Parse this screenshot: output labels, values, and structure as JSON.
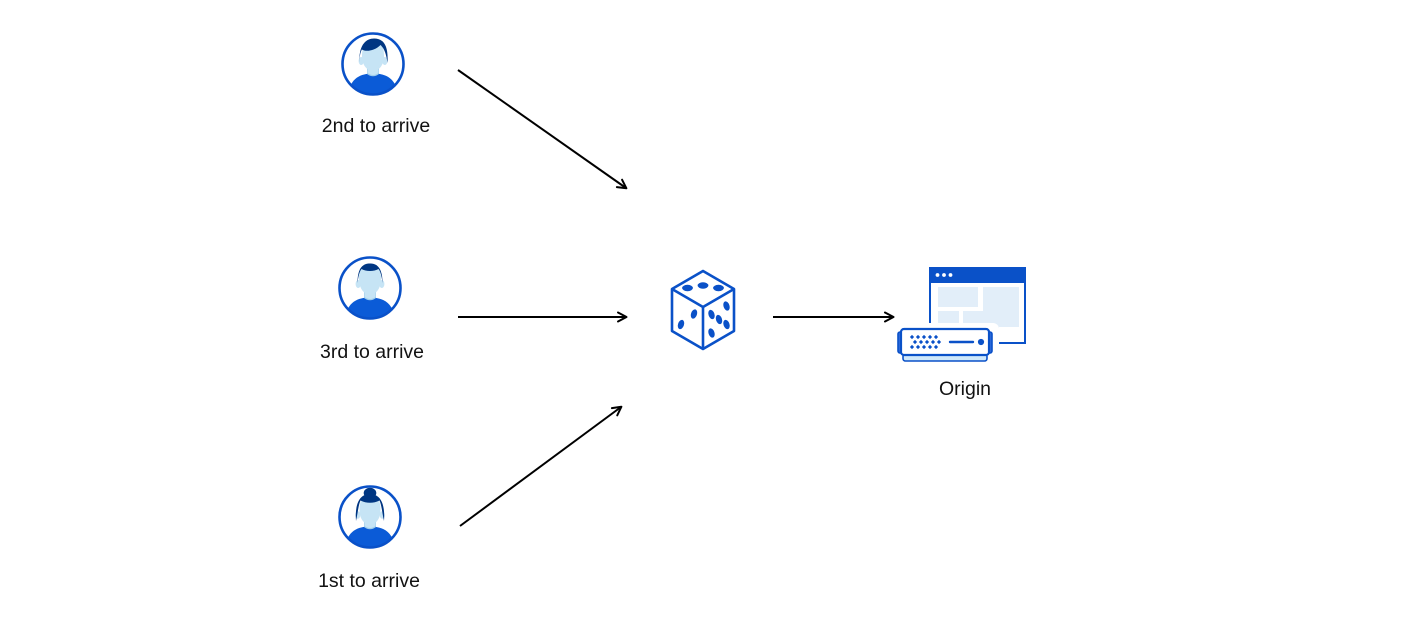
{
  "diagram": {
    "users": [
      {
        "label": "2nd to arrive",
        "icon": "avatar-man-quiff-icon"
      },
      {
        "label": "3rd to arrive",
        "icon": "avatar-man-short-hair-icon"
      },
      {
        "label": "1st to arrive",
        "icon": "avatar-woman-bun-icon"
      }
    ],
    "randomizer": {
      "icon": "dice-icon"
    },
    "origin": {
      "label": "Origin",
      "icon": "origin-server-browser-icon"
    },
    "edges": [
      {
        "from": "2nd to arrive",
        "to": "dice"
      },
      {
        "from": "3rd to arrive",
        "to": "dice"
      },
      {
        "from": "1st to arrive",
        "to": "dice"
      },
      {
        "from": "dice",
        "to": "Origin"
      }
    ]
  },
  "colors": {
    "brand_blue": "#0A51C8",
    "dark_navy": "#003682",
    "face_light_blue": "#C6E4F5",
    "shirt_blue": "#0B5BD7",
    "neck_shadow_blue": "#9FCDEA",
    "panel_light_blue": "#E2EEF9",
    "server_base_blue": "#CFE8FA",
    "server_cap_blue": "#2E6BDB",
    "arrow_black": "#000000",
    "text_color": "#121212"
  }
}
